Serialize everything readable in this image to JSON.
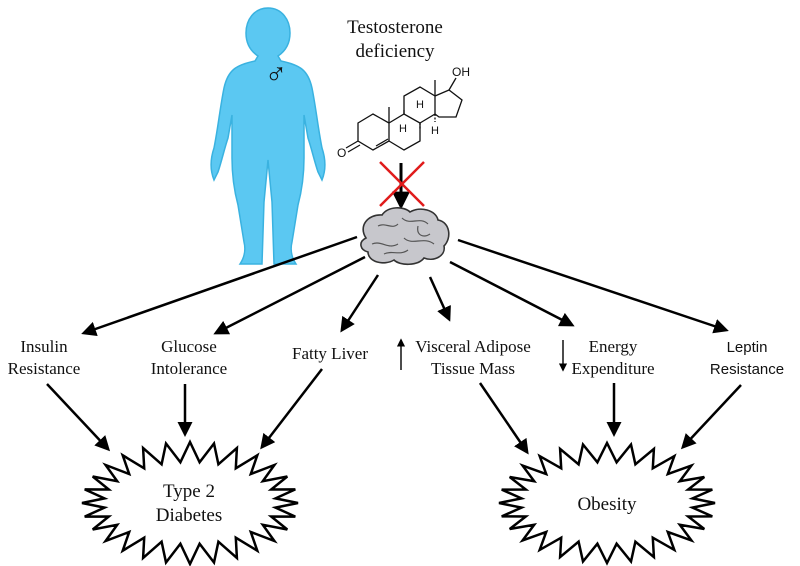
{
  "title": [
    "Testosterone",
    "deficiency"
  ],
  "male_symbol": "♂",
  "molecule": {
    "oh_label": "OH",
    "o_label": "O",
    "h_labels": [
      "H",
      "H",
      "H"
    ]
  },
  "effects": [
    {
      "id": "insulin",
      "lines": [
        "Insulin",
        "Resistance"
      ],
      "arrow": ""
    },
    {
      "id": "glucose",
      "lines": [
        "Glucose",
        "Intolerance"
      ],
      "arrow": ""
    },
    {
      "id": "fatty",
      "lines": [
        "Fatty Liver"
      ],
      "arrow": ""
    },
    {
      "id": "visceral",
      "lines": [
        "Visceral Adipose",
        "Tissue Mass"
      ],
      "arrow": "up"
    },
    {
      "id": "energy",
      "lines": [
        "Energy",
        "Expenditure"
      ],
      "arrow": "down"
    },
    {
      "id": "leptin",
      "lines": [
        "Leptin",
        "Resistance"
      ],
      "arrow": ""
    }
  ],
  "outcomes": [
    {
      "id": "diabetes",
      "lines": [
        "Type 2",
        "Diabetes"
      ]
    },
    {
      "id": "obesity",
      "lines": [
        "Obesity"
      ]
    }
  ],
  "colors": {
    "body": "#5bc8f2",
    "body_outline": "#3ab2e0",
    "cross": "#e01b1b",
    "brain": "#c7c7cc",
    "line": "#000000"
  }
}
